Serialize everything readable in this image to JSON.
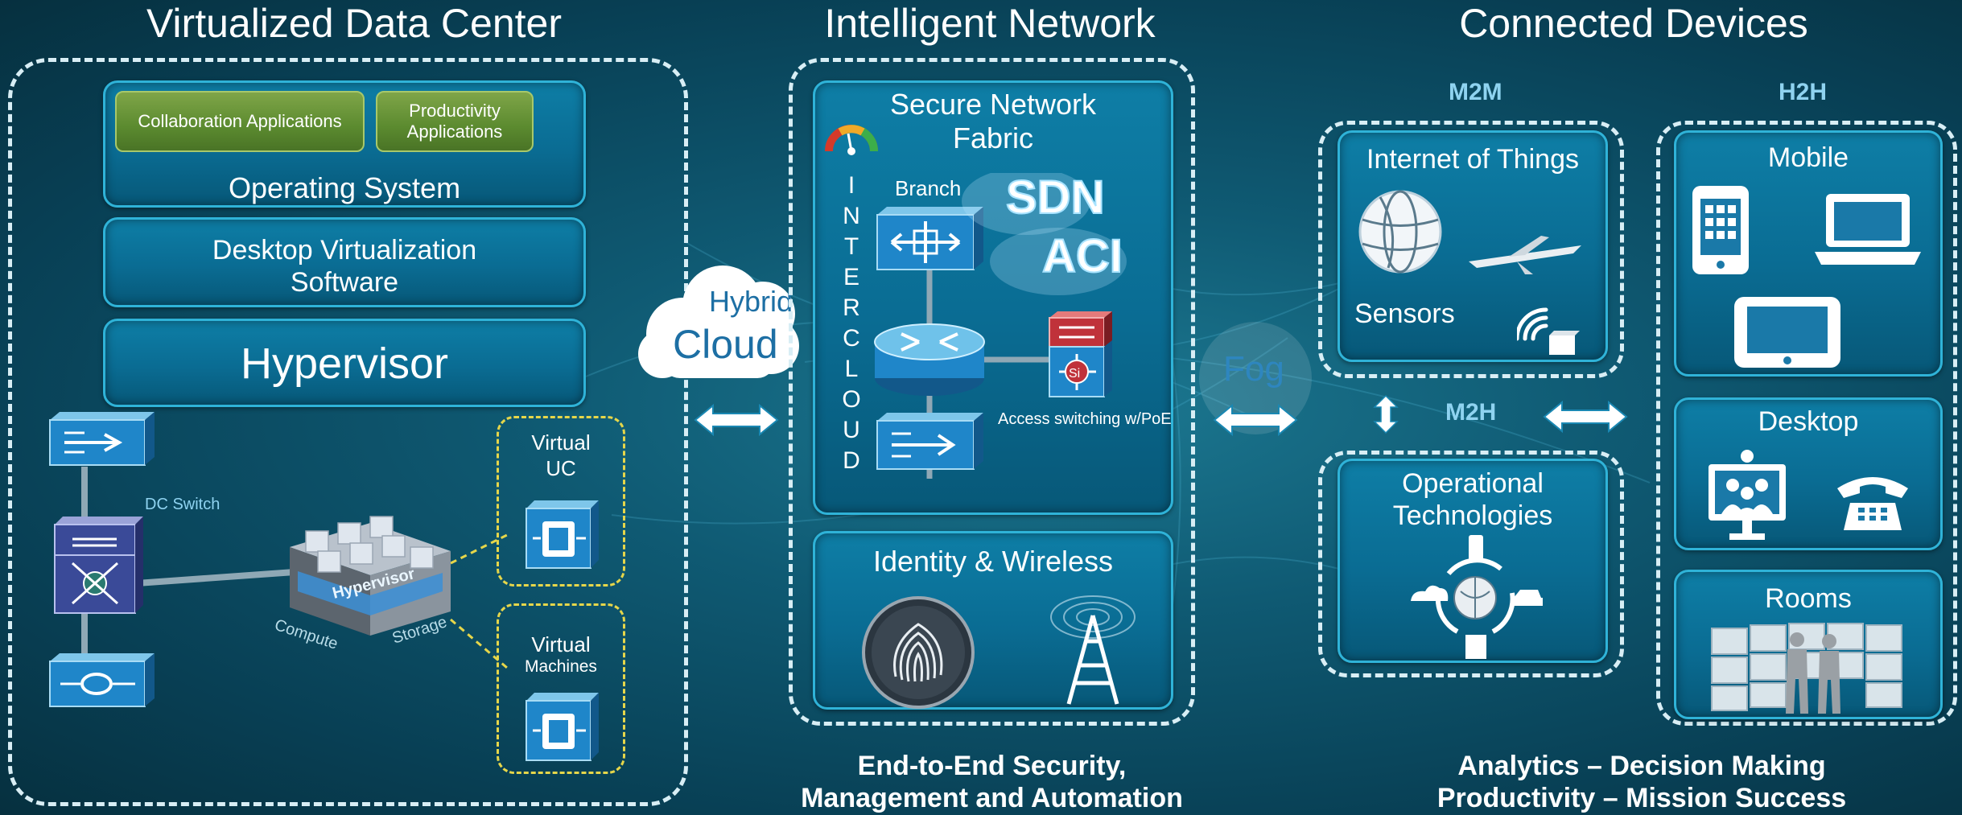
{
  "titles": {
    "datacenter": "Virtualized  Data Center",
    "network": "Intelligent Network",
    "devices": "Connected Devices"
  },
  "datacenter": {
    "collab_app": "Collaboration Applications",
    "productivity_app": "Productivity Applications",
    "os": "Operating System",
    "desktop_virt_line1": "Desktop Virtualization",
    "desktop_virt_line2": "Software",
    "hypervisor": "Hypervisor",
    "dc_switch": "DC Switch",
    "hypervisor_chip": "Hypervisor",
    "compute": "Compute",
    "storage": "Storage",
    "virtual_uc_line1": "Virtual",
    "virtual_uc_line2": "UC",
    "virtual_machines_line1": "Virtual",
    "virtual_machines_line2": "Machines"
  },
  "cloud": {
    "hybrid": "Hybrid",
    "cloud": "Cloud"
  },
  "network": {
    "secure_fabric_line1": "Secure Network",
    "secure_fabric_line2": "Fabric",
    "intercloud": [
      "I",
      "N",
      "T",
      "E",
      "R",
      "C",
      "L",
      "O",
      "U",
      "D"
    ],
    "branch": "Branch",
    "sdn": "SDN",
    "aci": "ACI",
    "si": "Si",
    "access_switching": "Access switching w/PoE",
    "identity_wireless": "Identity & Wireless"
  },
  "fog": "Fog",
  "devices": {
    "m2m": "M2M",
    "h2h": "H2H",
    "m2h": "M2H",
    "iot": "Internet of Things",
    "sensors": "Sensors",
    "ot_line1": "Operational",
    "ot_line2": "Technologies",
    "mobile": "Mobile",
    "desktop": "Desktop",
    "rooms": "Rooms"
  },
  "footers": {
    "network_line1": "End-to-End Security,",
    "network_line2": "Management and Automation",
    "devices_line1": "Analytics – Decision Making",
    "devices_line2": "Productivity – Mission Success"
  },
  "colors": {
    "panel_border": "#2fb3d8",
    "green_app": "#6a9a3a",
    "dashed_yellow": "#e6d64a",
    "label_blue": "#8fd3f0"
  }
}
